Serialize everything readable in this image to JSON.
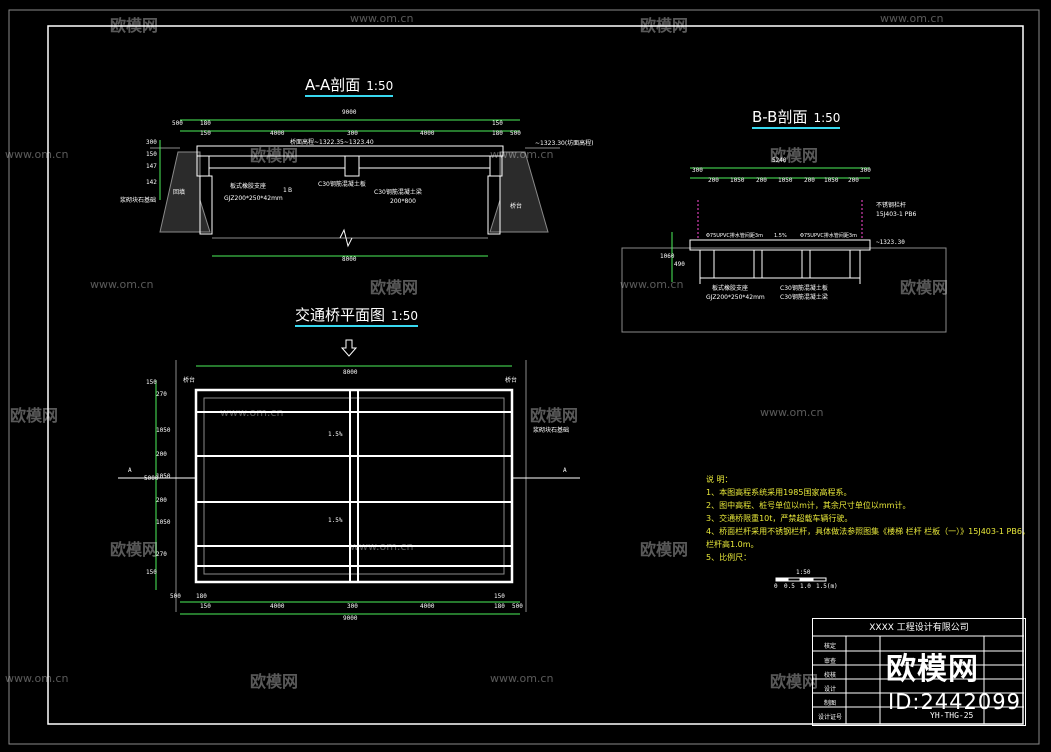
{
  "sections": {
    "aa": {
      "title": "A-A剖面",
      "scale": "1:50"
    },
    "bb": {
      "title": "B-B剖面",
      "scale": "1:50"
    },
    "plan": {
      "title": "交通桥平面图",
      "scale": "1:50"
    }
  },
  "aa_dims": {
    "total": "9000",
    "left": "500",
    "l2": "180",
    "l3": "150",
    "mid1": "4000",
    "mid2": "300",
    "mid3": "4000",
    "r1": "150",
    "r2": "180",
    "r3": "500",
    "span": "8000",
    "h1": "300",
    "h2": "150",
    "h3": "147",
    "h4": "142"
  },
  "aa_labels": {
    "deck": "桥面高程~1322.35~1323.40",
    "level": "~1323.30(坊面高程)",
    "beam": "板式橡胶支座",
    "beam_spec": "GJZ200*250*42mm",
    "rebar": "C30钢筋混凝土板",
    "cap": "C30钢筋混凝土梁",
    "cap2": "200*800",
    "fill": "回填",
    "pier": "桥台",
    "base": "浆砌块石基础",
    "mark": "1",
    "mark2": "B"
  },
  "bb_dims": {
    "total": "5240",
    "d1": "300",
    "d2": "200",
    "d3": "1050",
    "d4": "200",
    "d5": "1050",
    "d6": "200",
    "d7": "1050",
    "d8": "200",
    "d9": "300",
    "h1": "1060",
    "h2": "490",
    "elev": "~1323.30"
  },
  "bb_labels": {
    "rail": "不锈钢栏杆",
    "rail_ref": "15J403-1 PB6",
    "pipe": "Φ75UPVC排水管间距3m",
    "slope": "1.5%",
    "pipe2": "Φ75UPVC排水管间距3m",
    "bearing": "板式橡胶支座",
    "bearing_spec": "GJZ200*250*42mm",
    "c30": "C30钢筋混凝土板",
    "c30b": "C30钢筋混凝土梁"
  },
  "plan_dims": {
    "top": "8000",
    "bottom_total": "9000",
    "b1": "500",
    "b2": "180",
    "b3": "150",
    "b4": "4000",
    "b5": "300",
    "b6": "4000",
    "b7": "150",
    "b8": "180",
    "b9": "500",
    "left_total": "5000",
    "l1": "150",
    "l2": "270",
    "l3": "1050",
    "l4": "200",
    "l5": "1050",
    "l6": "200",
    "l7": "1050",
    "l8": "270",
    "l9": "150",
    "slope1": "1.5%",
    "slope2": "1.5%",
    "mark_a": "A",
    "abut_l": "桥台",
    "abut_r": "桥台",
    "note": "浆砌块石基础"
  },
  "notes": {
    "header": "说 明：",
    "items": [
      "1、本图高程系统采用1985国家高程系。",
      "2、图中高程、桩号单位以m计，其余尺寸单位以mm计。",
      "3、交通桥限重10t，严禁超载车辆行驶。",
      "4、桥面栏杆采用不锈钢栏杆，具体做法参照图集《楼梯 栏杆 栏板（一）》15J403-1 PB6，",
      "   栏杆高1.0m。",
      "5、比例尺："
    ],
    "scale_bar": "1:50",
    "scale_ticks": [
      "0",
      "0.5",
      "1.0",
      "1.5(m)"
    ]
  },
  "title_block": {
    "company": "XXXX 工程设计有限公司",
    "rows": [
      "核定",
      "审查",
      "校核",
      "设计",
      "制图",
      "设计证号"
    ],
    "drawing_no": "YH-THG-25"
  },
  "watermarks": {
    "brand": "欧模网",
    "url": "www.om.cn",
    "stamp": "欧模网",
    "stamp_id": "ID:2442099"
  },
  "colors": {
    "background": "#000000",
    "cyan": "#38d9f0",
    "white": "#ffffff",
    "yellow": "#e8e83a",
    "green": "#4cf05a",
    "grey": "#8a8a8a"
  }
}
